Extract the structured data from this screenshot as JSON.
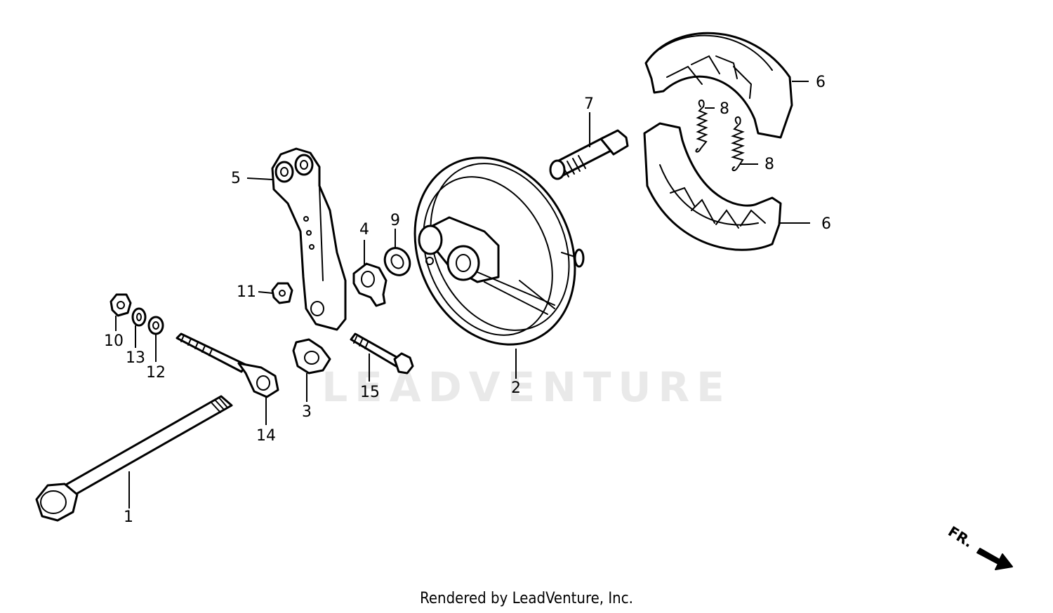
{
  "watermark": "LEADVENTURE",
  "footer": "Rendered by LeadVenture, Inc.",
  "front_indicator": "FR.",
  "callouts": [
    {
      "id": "c1",
      "label": "1"
    },
    {
      "id": "c2",
      "label": "2"
    },
    {
      "id": "c3",
      "label": "3"
    },
    {
      "id": "c4",
      "label": "4"
    },
    {
      "id": "c5",
      "label": "5"
    },
    {
      "id": "c6a",
      "label": "6"
    },
    {
      "id": "c6b",
      "label": "6"
    },
    {
      "id": "c7",
      "label": "7"
    },
    {
      "id": "c8a",
      "label": "8"
    },
    {
      "id": "c8b",
      "label": "8"
    },
    {
      "id": "c9",
      "label": "9"
    },
    {
      "id": "c10",
      "label": "10"
    },
    {
      "id": "c11",
      "label": "11"
    },
    {
      "id": "c12",
      "label": "12"
    },
    {
      "id": "c13",
      "label": "13"
    },
    {
      "id": "c14",
      "label": "14"
    },
    {
      "id": "c15",
      "label": "15"
    }
  ]
}
